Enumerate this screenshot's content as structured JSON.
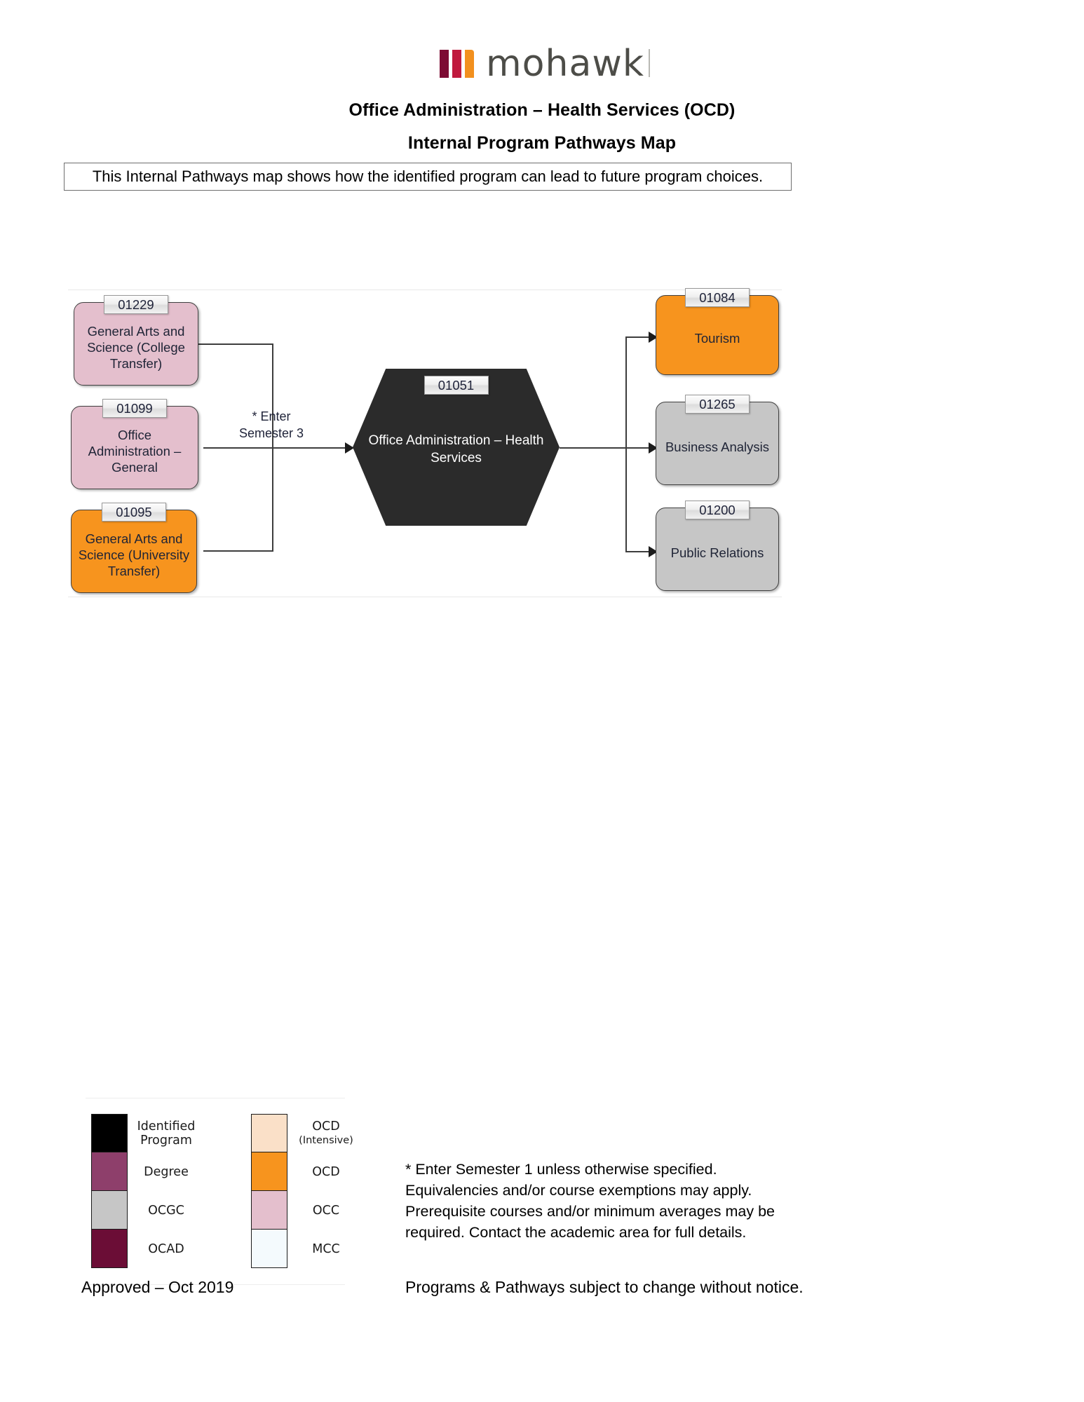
{
  "brand": {
    "name": "mohawk",
    "bar_colors": [
      "#7d0b33",
      "#c01a3e",
      "#f2901e"
    ],
    "wordmark_color": "#4d4d48"
  },
  "header": {
    "title": "Office Administration – Health Services (OCD)",
    "subtitle": "Internal Program Pathways Map",
    "description": "This Internal Pathways map shows how the identified program can lead to future program choices."
  },
  "diagram": {
    "type": "pathway-flow",
    "annotation": "* Enter Semester 3",
    "incoming": [
      {
        "code": "01229",
        "label": "General Arts and Science (College Transfer)",
        "color": "#e4bfcd",
        "category": "OCC"
      },
      {
        "code": "01099",
        "label": "Office Administration – General",
        "color": "#e4bfcd",
        "category": "OCC"
      },
      {
        "code": "01095",
        "label": "General Arts and Science (University Transfer)",
        "color": "#f7941e",
        "category": "OCD"
      }
    ],
    "identified": {
      "code": "01051",
      "label": "Office Administration – Health Services",
      "color": "#2b2b2b",
      "category": "Identified Program"
    },
    "outgoing": [
      {
        "code": "01084",
        "label": "Tourism",
        "color": "#f7941e",
        "category": "OCD"
      },
      {
        "code": "01265",
        "label": "Business Analysis",
        "color": "#c6c6c6",
        "category": "OCGC"
      },
      {
        "code": "01200",
        "label": "Public Relations",
        "color": "#c6c6c6",
        "category": "OCGC"
      }
    ]
  },
  "legend": {
    "left_column": [
      {
        "label": "Identified Program",
        "color": "#000000"
      },
      {
        "label": "Degree",
        "color": "#8e3f6b"
      },
      {
        "label": "OCGC",
        "color": "#c6c6c6"
      },
      {
        "label": "OCAD",
        "color": "#6b0d36"
      }
    ],
    "right_column": [
      {
        "label": "OCD",
        "sublabel": "(Intensive)",
        "color": "#fae0c8"
      },
      {
        "label": "OCD",
        "sublabel": "",
        "color": "#f7941e"
      },
      {
        "label": "OCC",
        "sublabel": "",
        "color": "#e4bfcd"
      },
      {
        "label": "MCC",
        "sublabel": "",
        "color": "#f4fafd"
      }
    ]
  },
  "footer": {
    "footnote": "* Enter Semester 1 unless otherwise specified. Equivalencies and/or course exemptions may apply. Prerequisite courses and/or minimum averages may be required. Contact the academic area for full details.",
    "approved": "Approved – Oct 2019",
    "subject_to_change": "Programs & Pathways subject to change without notice."
  }
}
